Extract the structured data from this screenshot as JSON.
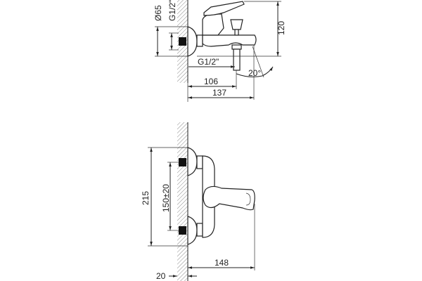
{
  "top_view": {
    "flange_diameter": "Ø65",
    "wall_thread": "G1/2\"",
    "height": "120",
    "outlet_thread": "G1/2\"",
    "outlet_distance": "106",
    "total_depth": "137",
    "spout_angle": "20°"
  },
  "front_view": {
    "total_height": "215",
    "connection_spacing": "150±20",
    "projection": "148",
    "wall_offset": "20"
  },
  "colors": {
    "line": "#222222",
    "hatch": "#888888",
    "fill": "#ffffff"
  }
}
